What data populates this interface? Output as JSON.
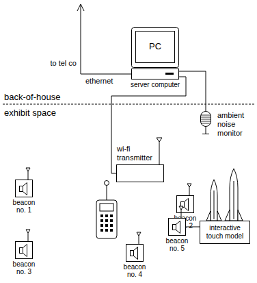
{
  "diagram": {
    "nodes": [
      {
        "text": [
          "PC",
          "server computer"
        ]
      },
      {
        "text": [
          "ambient noise monitor"
        ]
      },
      {
        "text": [
          "wi-fi transmitter"
        ]
      },
      {
        "text": [
          "beacon no. 1"
        ]
      },
      {
        "text": [
          "beacon no. 2"
        ]
      },
      {
        "text": [
          "beacon no. 3"
        ]
      },
      {
        "text": [
          "beacon no. 4"
        ]
      },
      {
        "text": [
          "beacon no. 5"
        ]
      },
      {
        "text": [
          "interactive touch model"
        ]
      }
    ],
    "edges": [
      {
        "from": 0,
        "to": 1,
        "arrow": "none"
      },
      {
        "from": 0,
        "to": 2,
        "arrow": "none"
      },
      {
        "from": 7,
        "to": 8,
        "arrow": "none"
      }
    ],
    "labels": [
      "to tel co",
      "ethernet",
      "back-of-house",
      "exhibit space"
    ]
  }
}
